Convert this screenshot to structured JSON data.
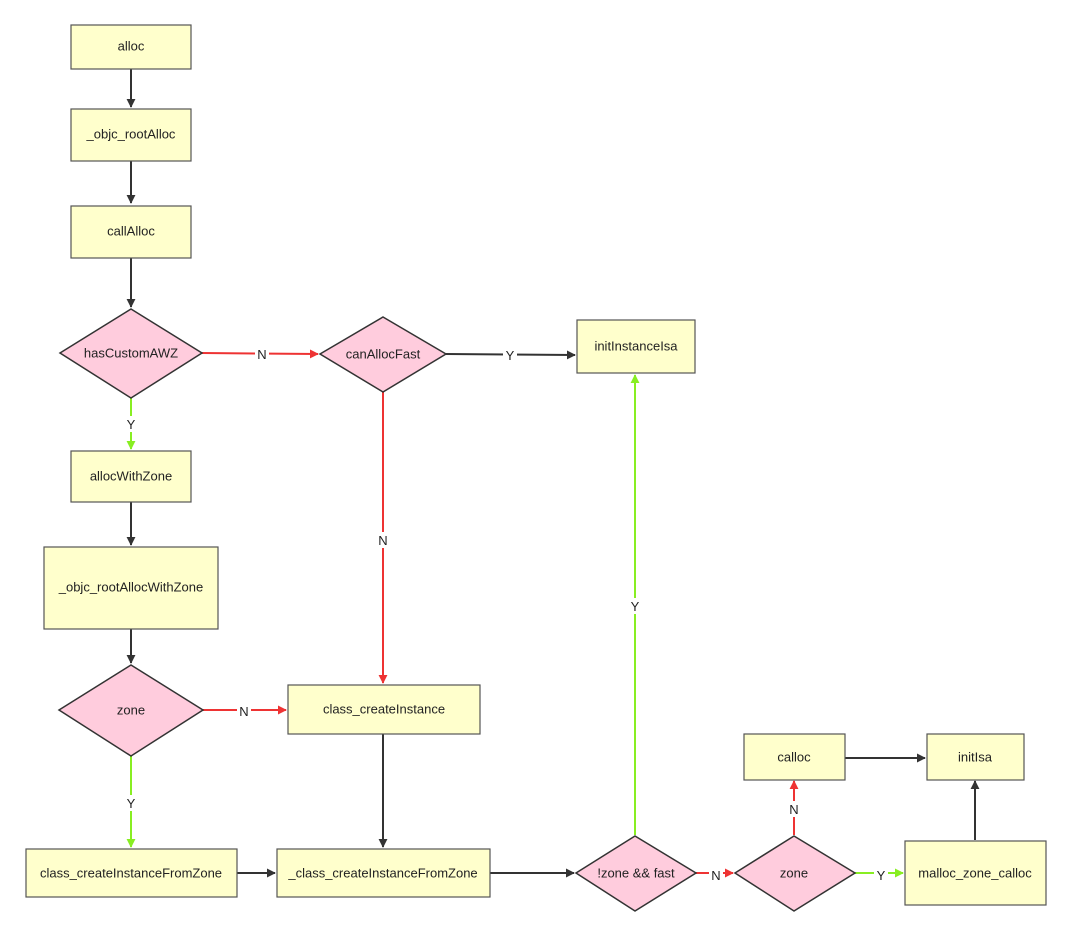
{
  "colors": {
    "box_fill": "#ffffcc",
    "decision_fill": "#ffccdd",
    "edge_default": "#333333",
    "edge_no": "#ee3333",
    "edge_yes": "#88ee22"
  },
  "nodes": {
    "alloc": "alloc",
    "objc_root_alloc": "_objc_rootAlloc",
    "call_alloc": "callAlloc",
    "has_custom_awz": "hasCustomAWZ",
    "can_alloc_fast": "canAllocFast",
    "init_instance_isa": "initInstanceIsa",
    "alloc_with_zone": "allocWithZone",
    "objc_root_alloc_with_zone": "_objc_rootAllocWithZone",
    "zone_check_1": "zone",
    "class_create_instance": "class_createInstance",
    "class_create_instance_from_zone": "class_createInstanceFromZone",
    "private_class_create_instance_from_zone": "_class_createInstanceFromZone",
    "not_zone_and_fast": "!zone && fast",
    "zone_check_2": "zone",
    "calloc": "calloc",
    "init_isa": "initIsa",
    "malloc_zone_calloc": "malloc_zone_calloc"
  },
  "edge_labels": {
    "awz_no": "N",
    "awz_yes": "Y",
    "fast_yes": "Y",
    "fast_no": "N",
    "zone1_no": "N",
    "zone1_yes": "Y",
    "nzf_yes": "Y",
    "nzf_no": "N",
    "zone2_no": "N",
    "zone2_yes": "Y"
  }
}
